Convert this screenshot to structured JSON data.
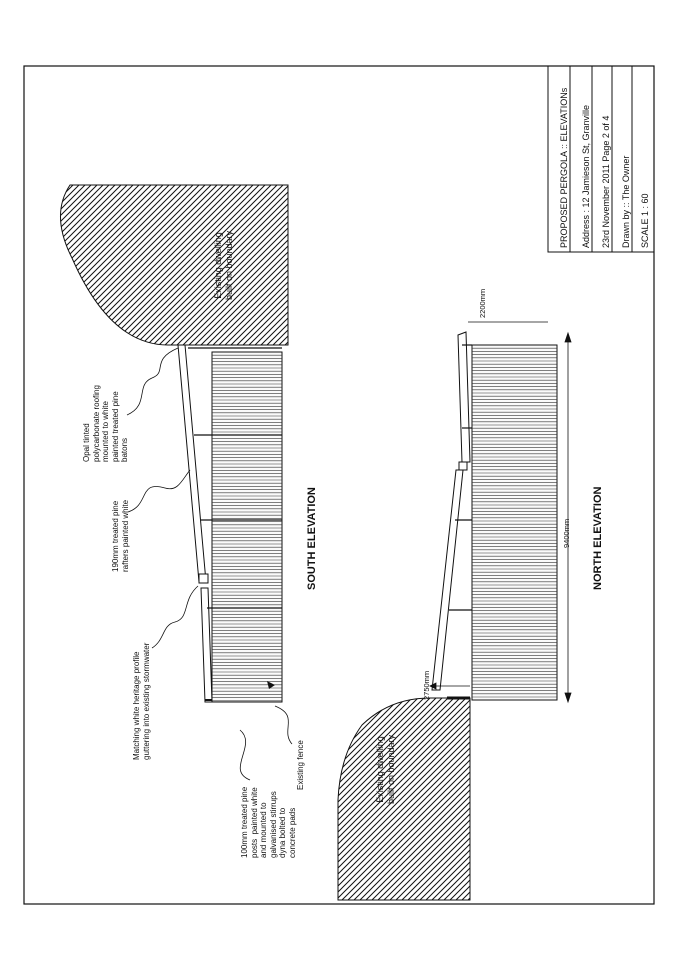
{
  "title_block": {
    "project": "PROPOSED PERGOLA  ::  ELEVATIONs",
    "address": "Address : 12 Jamieson St, Granville",
    "date_page": "23rd November 2011    Page 2 of 4",
    "drawn_by": "Drawn by ::  The Owner",
    "scale": "SCALE    1 : 60"
  },
  "south_elevation": {
    "title": "SOUTH ELEVATION",
    "dwelling_label": "Existing dwelling\nbuilt on boundary",
    "roofing_note": "Opal tinted\npolycarbonate roofing\nmounted to white\npainted treated pine\nbatons",
    "rafters_note": "190mm treated pine\nrafters painted white",
    "guttering_note": "Matching white heritage profile\nguttering into existing stormwater",
    "posts_note": "100mm treated pine\nposts  painted white\nand mounted to\ngalvanised stirrups\ndyna bolted to\nconcrete pads",
    "fence_note": "Existing fence"
  },
  "north_elevation": {
    "title": "NORTH ELEVATION",
    "dwelling_label": "Existing dwelling\nbuilt on boundary",
    "dim_length": "9400mm",
    "dim_high": "2750mm",
    "dim_low": "2200mm"
  }
}
